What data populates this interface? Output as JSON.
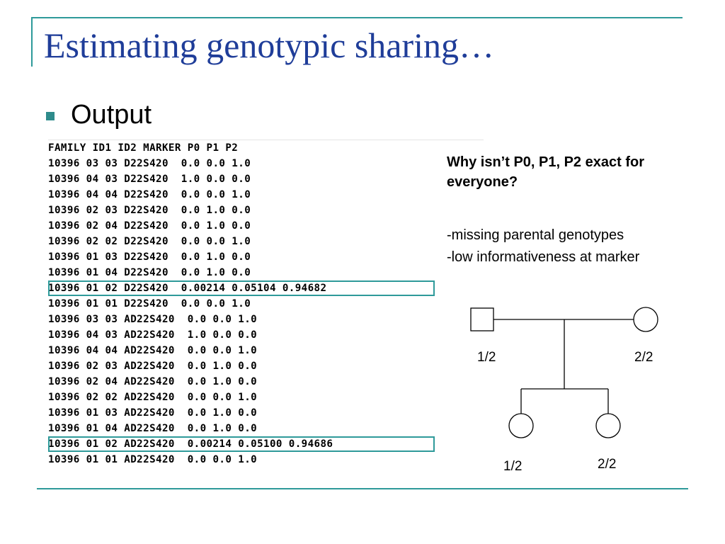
{
  "slide": {
    "title": "Estimating genotypic sharing…",
    "bullet": "Output"
  },
  "printout": {
    "header": "FAMILY ID1 ID2 MARKER P0 P1 P2",
    "rows": [
      "10396 03 03 D22S420  0.0 0.0 1.0",
      "10396 04 03 D22S420  1.0 0.0 0.0",
      "10396 04 04 D22S420  0.0 0.0 1.0",
      "10396 02 03 D22S420  0.0 1.0 0.0",
      "10396 02 04 D22S420  0.0 1.0 0.0",
      "10396 02 02 D22S420  0.0 0.0 1.0",
      "10396 01 03 D22S420  0.0 1.0 0.0",
      "10396 01 04 D22S420  0.0 1.0 0.0",
      "10396 01 02 D22S420  0.00214 0.05104 0.94682",
      "10396 01 01 D22S420  0.0 0.0 1.0",
      "10396 03 03 AD22S420  0.0 0.0 1.0",
      "10396 04 03 AD22S420  1.0 0.0 0.0",
      "10396 04 04 AD22S420  0.0 0.0 1.0",
      "10396 02 03 AD22S420  0.0 1.0 0.0",
      "10396 02 04 AD22S420  0.0 1.0 0.0",
      "10396 02 02 AD22S420  0.0 0.0 1.0",
      "10396 01 03 AD22S420  0.0 1.0 0.0",
      "10396 01 04 AD22S420  0.0 1.0 0.0",
      "10396 01 02 AD22S420  0.00214 0.05100 0.94686",
      "10396 01 01 AD22S420  0.0 0.0 1.0"
    ],
    "highlighted_rows": [
      8,
      18
    ]
  },
  "explanation": {
    "question": "Why isn’t P0, P1, P2 exact for everyone?",
    "reasons": [
      "-missing parental genotypes",
      "-low informativeness at marker"
    ]
  },
  "pedigree": {
    "father_genotype": "1/2",
    "mother_genotype": "2/2",
    "child1_genotype": "1/2",
    "child2_genotype": "2/2"
  },
  "colors": {
    "title": "#1f3d99",
    "accent": "#2e9a9a",
    "bullet": "#2e8b8b"
  }
}
